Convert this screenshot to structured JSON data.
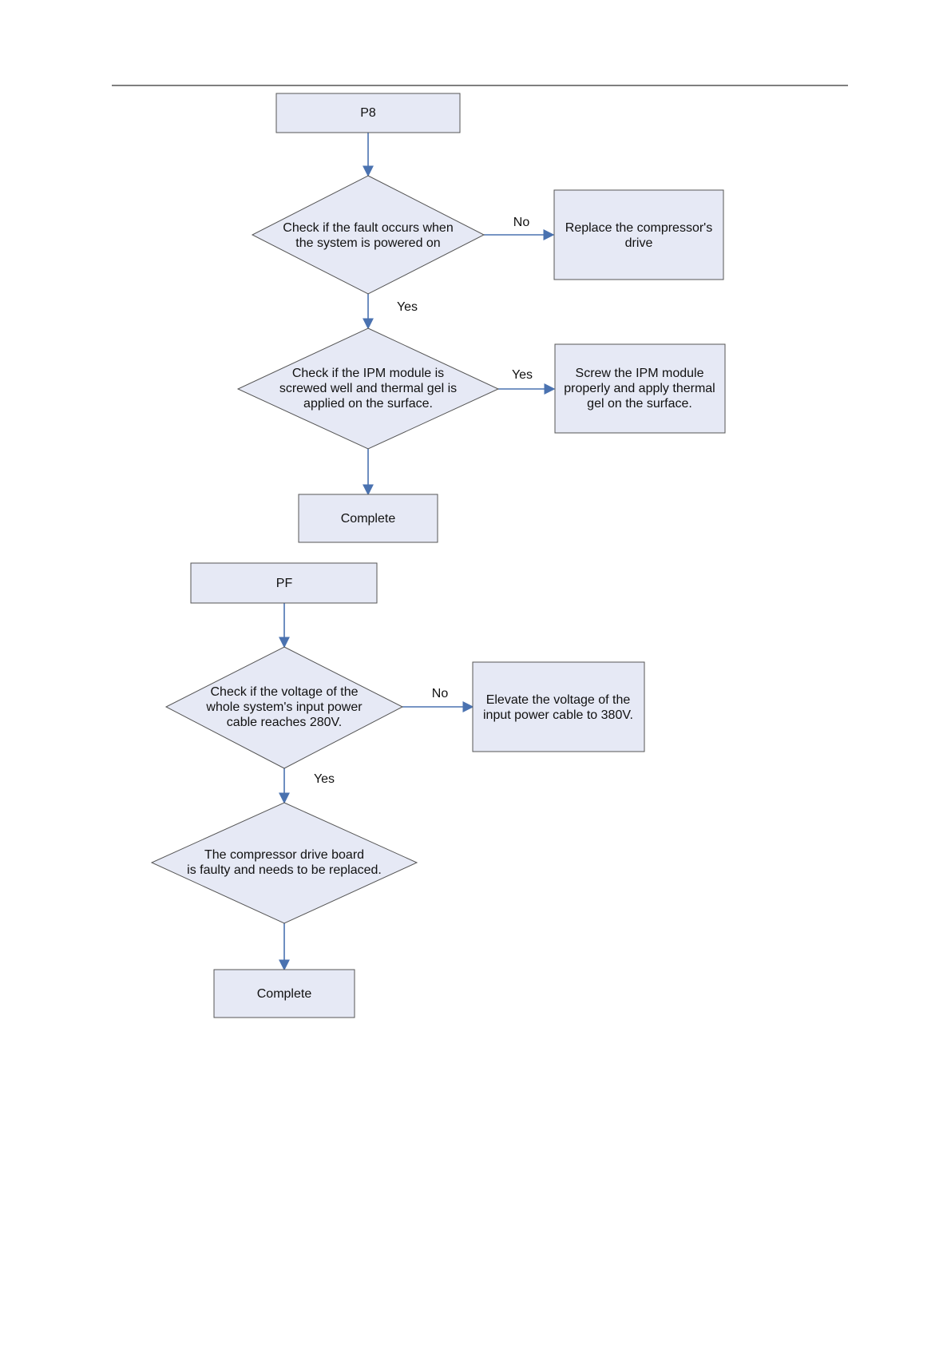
{
  "flow_p8": {
    "start": "P8",
    "decision1": [
      "Check if the fault occurs when",
      "the system is powered on"
    ],
    "decision1_no": "No",
    "decision1_yes": "Yes",
    "action1": [
      "Replace the compressor's",
      "drive"
    ],
    "decision2": [
      "Check if the IPM module is",
      "screwed well and thermal gel is",
      "applied on the surface."
    ],
    "decision2_yes": "Yes",
    "action2": [
      "Screw the IPM module",
      "properly and apply thermal",
      "gel on the surface."
    ],
    "end": "Complete"
  },
  "flow_pf": {
    "start": "PF",
    "decision1": [
      "Check if the voltage of the",
      "whole system's input power",
      "cable reaches 280V."
    ],
    "decision1_no": "No",
    "decision1_yes": "Yes",
    "action1": [
      "Elevate the voltage of the",
      "input power cable to 380V."
    ],
    "decision2": [
      "The compressor drive board",
      "is faulty and needs to be replaced."
    ],
    "end": "Complete"
  },
  "colors": {
    "shape_fill": "#e6e9f5",
    "connector": "#4a72b0"
  }
}
